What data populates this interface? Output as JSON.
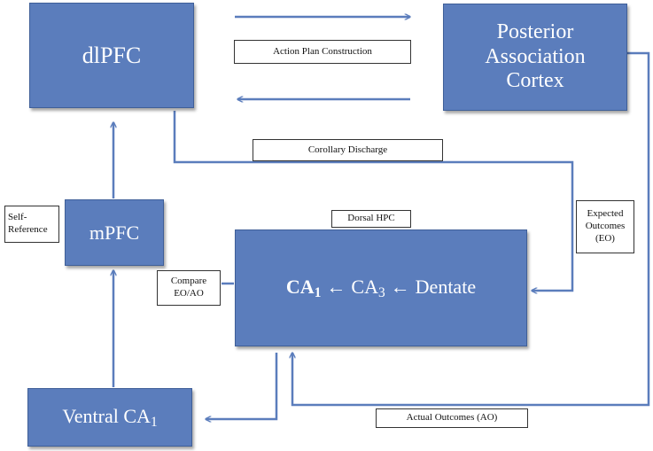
{
  "nodes": {
    "dlpfc": "dlPFC",
    "posterior_association_cortex": "Posterior\nAssociation\nCortex",
    "mpfc": "mPFC",
    "ventral_ca1": {
      "text": "Ventral CA",
      "sub": "1"
    },
    "hippocampus_chain": {
      "ca1": {
        "text": "CA",
        "sub": "1"
      },
      "arrow1": "←",
      "ca3": {
        "text": "CA",
        "sub": "3"
      },
      "arrow2": "←",
      "dentate": "Dentate"
    }
  },
  "labels": {
    "action_plan": "Action Plan Construction",
    "corollary_discharge": "Corollary Discharge",
    "dorsal_hpc": "Dorsal HPC",
    "self_reference": "Self-\nReference",
    "compare": "Compare\nEO/AO",
    "expected_outcomes": "Expected\nOutcomes\n(EO)",
    "actual_outcomes": "Actual Outcomes (AO)"
  },
  "colors": {
    "box_fill": "#5b7dbc",
    "arrow": "#5b7dbc",
    "box_text": "#ffffff"
  }
}
